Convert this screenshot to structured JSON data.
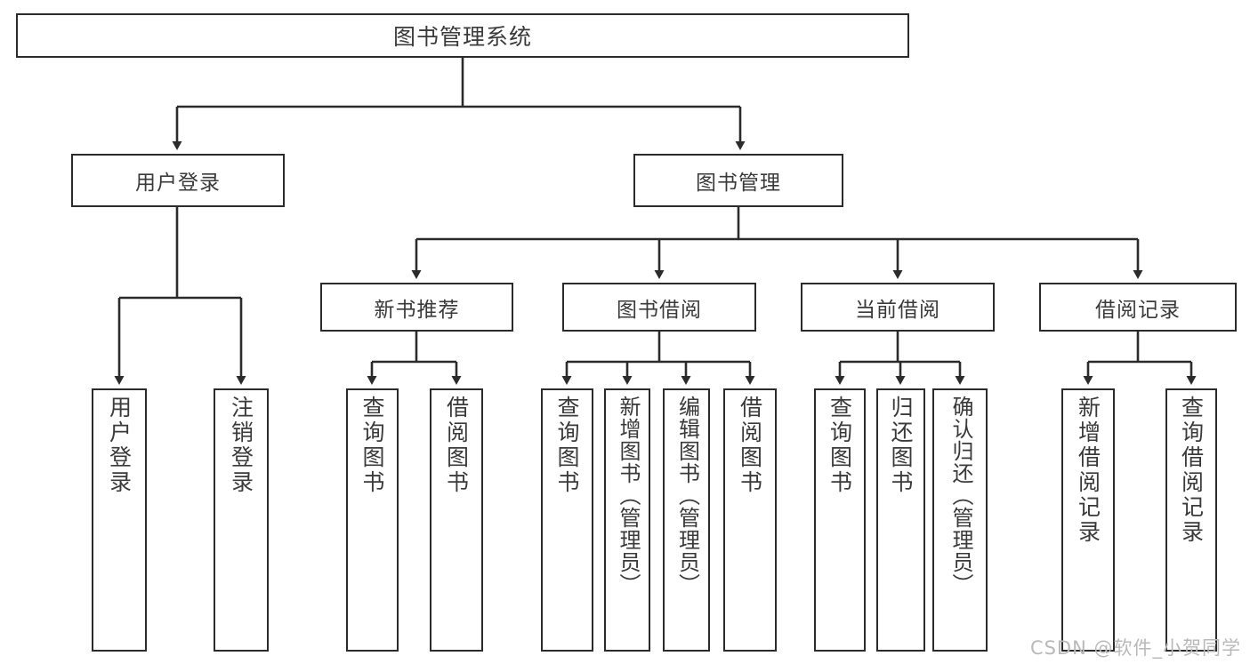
{
  "diagram": {
    "type": "tree-hierarchy-diagram",
    "title": "图书管理系统",
    "watermark": "CSDN @软件_小贺同学",
    "colors": {
      "background": "#ffffff",
      "box_border": "#2b2b2b",
      "box_fill": "#ffffff",
      "text": "#3a3a3a",
      "edge": "#2b2b2b",
      "watermark": "#b9b9b9"
    },
    "root": {
      "label": "图书管理系统"
    },
    "level1": [
      {
        "label": "用户登录"
      },
      {
        "label": "图书管理"
      }
    ],
    "level2": [
      {
        "label": "新书推荐"
      },
      {
        "label": "图书借阅"
      },
      {
        "label": "当前借阅"
      },
      {
        "label": "借阅记录"
      }
    ],
    "leaves": {
      "user_login": [
        {
          "label": "用户登录"
        },
        {
          "label": "注销登录"
        }
      ],
      "new_book_recommend": [
        {
          "label": "查询图书"
        },
        {
          "label": "借阅图书"
        }
      ],
      "book_borrow": [
        {
          "label": "查询图书"
        },
        {
          "label": "新增图书（管理员）"
        },
        {
          "label": "编辑图书（管理员）"
        },
        {
          "label": "借阅图书"
        }
      ],
      "current_borrow": [
        {
          "label": "查询图书"
        },
        {
          "label": "归还图书"
        },
        {
          "label": "确认归还（管理员）"
        }
      ],
      "borrow_record": [
        {
          "label": "新增借阅记录"
        },
        {
          "label": "查询借阅记录"
        }
      ]
    }
  }
}
